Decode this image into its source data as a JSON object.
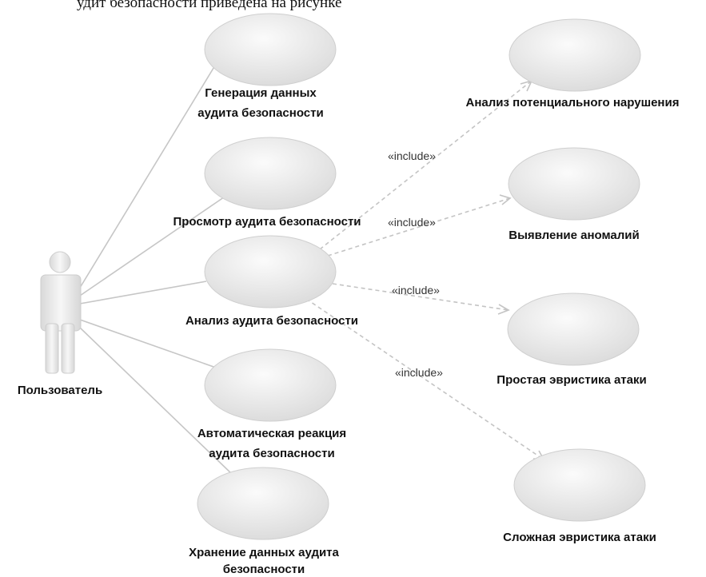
{
  "header_fragment": "удит безопасности приведена на рисунке",
  "actor": {
    "name": "Пользователь"
  },
  "use_cases": {
    "uc_generate": [
      "Генерация данных",
      "аудита безопасности"
    ],
    "uc_view": [
      "Просмотр аудита безопасности"
    ],
    "uc_analyze": [
      "Анализ аудита безопасности"
    ],
    "uc_auto_react": [
      "Автоматическая реакция",
      "аудита безопасности"
    ],
    "uc_store": [
      "Хранение данных аудита",
      "безопасности"
    ],
    "uc_potential_violation": [
      "Анализ потенциального нарушения"
    ],
    "uc_anomaly": [
      "Выявление аномалий"
    ],
    "uc_simple_heuristic": [
      "Простая эвристика атаки"
    ],
    "uc_complex_heuristic": [
      "Сложная эвристика атаки"
    ]
  },
  "include_label": "«include»",
  "colors": {
    "ellipse_light": "#fbfbfb",
    "ellipse_dark": "#dcdcdc",
    "line": "#c6c6c6",
    "text": "#111111"
  }
}
